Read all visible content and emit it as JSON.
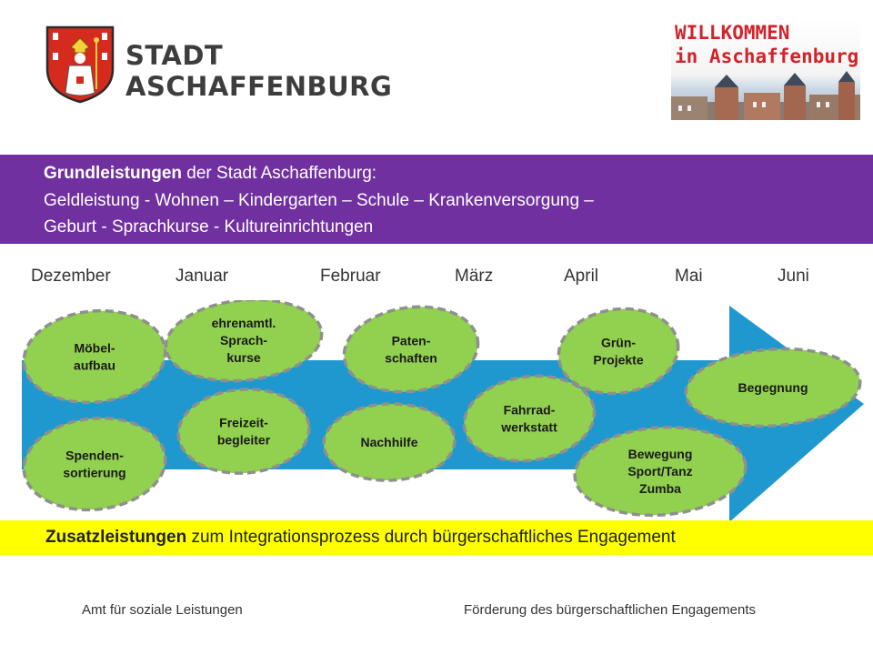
{
  "header": {
    "logo_line1": "STADT",
    "logo_line2": "ASCHAFFENBURG",
    "welcome_line1": "WILLKOMMEN",
    "welcome_line2": "in Aschaffenburg"
  },
  "grundleistungen": {
    "bold": "Grundleistungen",
    "rest": " der Stadt Aschaffenburg:",
    "line2": "Geldleistung - Wohnen – Kindergarten – Schule – Krankenversorgung –",
    "line3": "Geburt - Sprachkurse - Kultureinrichtungen"
  },
  "months": [
    "Dezember",
    "Januar",
    "Februar",
    "März",
    "April",
    "Mai",
    "Juni"
  ],
  "ellipses": [
    {
      "lines": [
        "Möbel-",
        "aufbau"
      ]
    },
    {
      "lines": [
        "Spenden-",
        "sortierung"
      ]
    },
    {
      "lines": [
        "ehrenamtl.",
        "Sprach-",
        "kurse"
      ]
    },
    {
      "lines": [
        "Freizeit-",
        "begleiter"
      ]
    },
    {
      "lines": [
        "Paten-",
        "schaften"
      ]
    },
    {
      "lines": [
        "Nachhilfe"
      ]
    },
    {
      "lines": [
        "Fahrrad-",
        "werkstatt"
      ]
    },
    {
      "lines": [
        "Grün-",
        "Projekte"
      ]
    },
    {
      "lines": [
        "Bewegung",
        "Sport/Tanz",
        "Zumba"
      ]
    },
    {
      "lines": [
        "Begegnung"
      ]
    }
  ],
  "zusatzleistungen": {
    "bold": "Zusatzleistungen",
    "rest": " zum Integrationsprozess durch bürgerschaftliches Engagement"
  },
  "footer": {
    "left": "Amt für soziale Leistungen",
    "right": "Förderung des bürgerschaftlichen Engagements"
  },
  "colors": {
    "purple_band": "#7030a0",
    "yellow_band": "#ffff00",
    "arrow": "#1f98cf",
    "ellipse_fill": "#92d050",
    "ellipse_border": "#8f8f8f"
  }
}
